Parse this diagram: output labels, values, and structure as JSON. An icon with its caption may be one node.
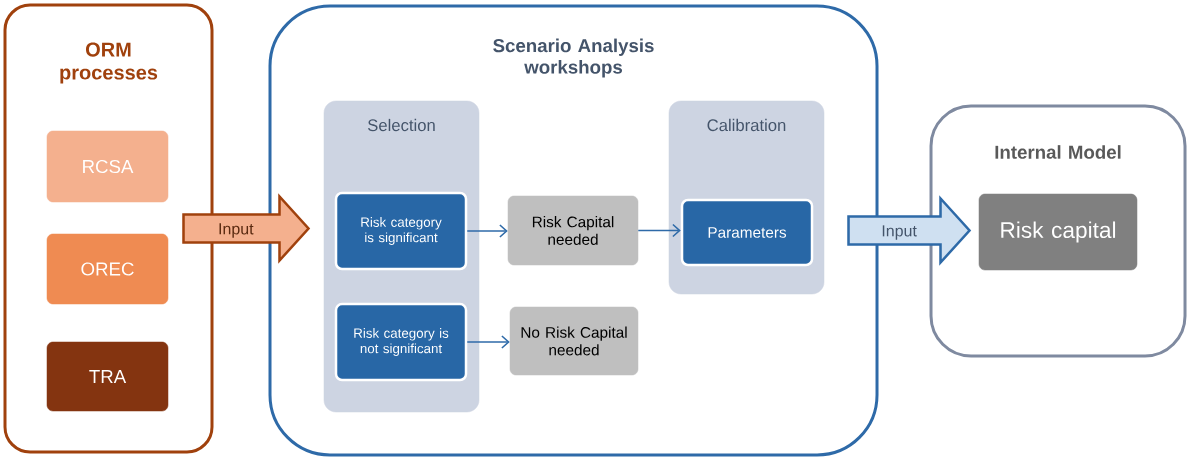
{
  "diagram": {
    "nodes": [
      {
        "text": [
          "ORM processes"
        ]
      },
      {
        "text": [
          "RCSA"
        ],
        "in": 0
      },
      {
        "text": [
          "OREC"
        ],
        "in": 0
      },
      {
        "text": [
          "TRA"
        ],
        "in": 0
      },
      {
        "text": [
          "Scenario Analysis workshops"
        ]
      },
      {
        "text": [
          "Selection"
        ],
        "in": 4
      },
      {
        "text": [
          "Risk category is significant"
        ],
        "in": 5
      },
      {
        "text": [
          "Risk category is not significant"
        ],
        "in": 5
      },
      {
        "text": [
          "Risk Capital needed"
        ],
        "in": 4
      },
      {
        "text": [
          "No Risk Capital needed"
        ],
        "in": 4
      },
      {
        "text": [
          "Calibration"
        ],
        "in": 4
      },
      {
        "text": [
          "Parameters"
        ],
        "in": 10
      },
      {
        "text": [
          "Internal Model"
        ]
      },
      {
        "text": [
          "Risk capital"
        ],
        "in": 12
      }
    ],
    "edges": [
      {
        "from": 0,
        "to": 4,
        "arrow": "to",
        "label": "Input",
        "style": "thick",
        "color": "#a0410d"
      },
      {
        "from": 6,
        "to": 8,
        "arrow": "to"
      },
      {
        "from": 7,
        "to": 9,
        "arrow": "to"
      },
      {
        "from": 8,
        "to": 11,
        "arrow": "to"
      },
      {
        "from": 4,
        "to": 12,
        "arrow": "to",
        "label": "Input",
        "style": "thick"
      }
    ]
  }
}
